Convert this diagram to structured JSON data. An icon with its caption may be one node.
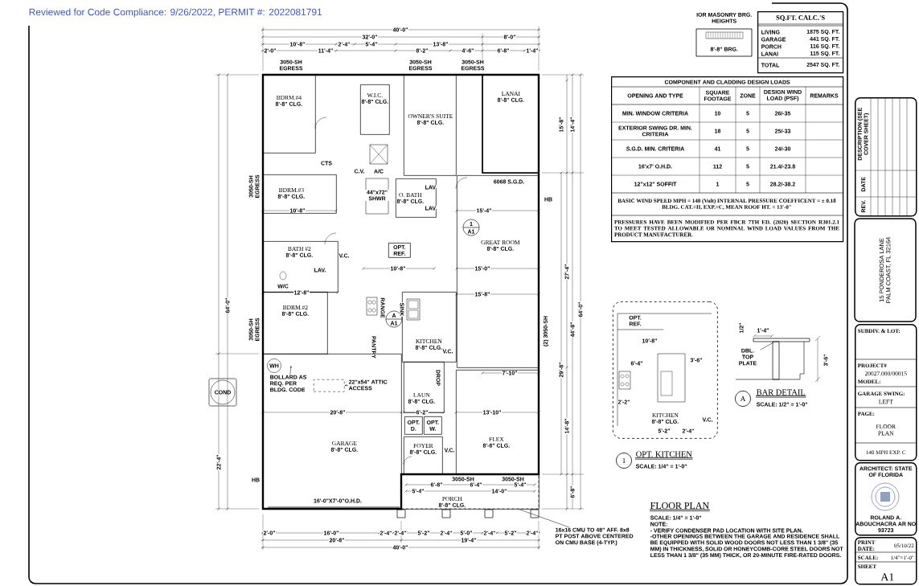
{
  "diagram": {
    "nodes": [
      {
        "text": [
          "BDRM.#4",
          "8'-8\" CLG."
        ]
      },
      {
        "text": [
          "W.I.C.",
          "8'-8\" CLG."
        ]
      },
      {
        "text": [
          "OWNER'S SUITE",
          "8'-8\" CLG."
        ]
      },
      {
        "text": [
          "LANAI",
          "8'-8\" CLG."
        ]
      },
      {
        "text": [
          "BDRM.#3",
          "8'-8\" CLG."
        ]
      },
      {
        "text": [
          "O. BATH",
          "8'-8\" CLG."
        ]
      },
      {
        "text": [
          "GREAT ROOM",
          "8'-8\" CLG."
        ]
      },
      {
        "text": [
          "BATH #2",
          "8'-8\" CLG."
        ]
      },
      {
        "text": [
          "BDRM.#2",
          "8'-8\" CLG."
        ]
      },
      {
        "text": [
          "KITCHEN",
          "8'-8\" CLG."
        ]
      },
      {
        "text": [
          "LAUN",
          "8'-8\" CLG."
        ]
      },
      {
        "text": [
          "GARAGE",
          "8'-8\" CLG."
        ]
      },
      {
        "text": [
          "FOYER",
          "8'-8\" CLG."
        ]
      },
      {
        "text": [
          "FLEX",
          "8'-8\" CLG."
        ]
      },
      {
        "text": [
          "PORCH",
          "8'-8\" CLG."
        ]
      },
      {
        "text": [
          "WH"
        ],
        "in": 11
      },
      {
        "text": [
          "COND"
        ]
      },
      {
        "text": [
          "BOLLARD AS REQ. PER BLDG. CODE"
        ],
        "in": 11
      },
      {
        "text": [],
        "shape": "box",
        "in": 11
      },
      {
        "text": [
          "22\"x54\" ATTIC ACCESS"
        ],
        "in": 11
      },
      {
        "text": [
          "16x16 CMU TO 48\" AFF. 8x8 PT POST ABOVE CENTERED ON CMU BASE (4-TYP.)"
        ]
      },
      {
        "text": [
          "KITCHEN",
          "8'-8\" CLG."
        ]
      },
      {
        "text": [
          "DBL. TOP PLATE"
        ]
      },
      {
        "text": [
          "IOR MASONRY BRG. HEIGHTS",
          "8'-8\" BRG."
        ]
      },
      {
        "text": [
          "SQ.FT. CALC.'S"
        ]
      },
      {
        "text": [
          "COMPONENT AND CLADDING DESIGN LOADS"
        ]
      },
      {
        "text": [
          "15 PONDEROSA LANE PALM COAST, FL 32164"
        ]
      },
      {
        "text": [
          "SUBDIV. & LOT:",
          "PROJECT#",
          "20027.000/00015",
          "MODEL:",
          "GARAGE SWING:",
          "LEFT",
          "PAGE:",
          "FLOOR PLAN",
          "140 MPH EXP. C"
        ]
      },
      {
        "text": [
          "ARCHITECT: STATE OF FLORIDA",
          "ROLAND A. ABOUCHACRA AR NO 93723"
        ]
      },
      {
        "text": [
          "PRINT DATE:",
          "05/10/22",
          "SCALE:",
          "1/4\"=1'-0\"",
          "SHEET",
          "A1"
        ]
      },
      {
        "text": [
          "OPT. REF."
        ]
      },
      {
        "text": [
          "OPT. D."
        ]
      },
      {
        "text": [
          "OPT. W."
        ]
      },
      {
        "text": [
          "DESCRIPTION (SEE COVER SHEET)",
          "DATE",
          "REV."
        ]
      }
    ],
    "edges": [
      {
        "from": 17,
        "to": null,
        "arrow": "to"
      },
      {
        "from": 19,
        "to": 18,
        "arrow": "to"
      },
      {
        "from": 20,
        "to": 14,
        "arrow": "none"
      },
      {
        "from": 22,
        "to": null,
        "arrow": "none"
      }
    ],
    "labels": [
      "Reviewed for Code Compliance: 9/26/2022,  PERMIT #: 2022081791",
      "40'-0\"",
      "32'-0\"",
      "8'-0\"",
      "10'-8\"",
      "2'-4\"",
      "5'-4\"",
      "13'-8\"",
      "2'-0\"",
      "11'-4\"",
      "8'-2\"",
      "4'-6\"",
      "6'-8\"",
      "1'-4\"",
      "3050-SH EGRESS",
      "3050-SH EGRESS",
      "3050-SH EGRESS",
      "6068 S.G.D.",
      "3050-SH",
      "3050-SH",
      "(2) 3050-SH",
      "3050-SH EGRESS",
      "3050-SH EGRESS",
      "C.V.",
      "A/C",
      "44\"x72\" SHWR",
      "LAV.",
      "LAV.",
      "W/C",
      "LAV.",
      "V.C.",
      "RANGE",
      "SINK",
      "PANTRY",
      "V.C.",
      "DROP",
      "V.C.",
      "HB",
      "HB",
      "CTS",
      "16'-0\"X7'-0\"O.H.D.",
      "10'-8\"",
      "15'-4\"",
      "10'-8\"",
      "15'-0\"",
      "12'-8\"",
      "15'-8\"",
      "20'-8\"",
      "13'-10\"",
      "7'-10\"",
      "6'-2\"",
      "2'-0\"",
      "16'-0\"",
      "2'-4\"",
      "2'-4\"",
      "5'-2\"",
      "2'-4\"",
      "5'-0\"",
      "2'-4\"",
      "5'-2\"",
      "2'-4\"",
      "20'-8\"",
      "19'-4\"",
      "40'-0\"",
      "6'-8\"",
      "6'-4\"",
      "5'-4\"",
      "5'-4\"",
      "14'-0\"",
      "15'-8\"",
      "14'-4\"",
      "64'-0\"",
      "44'-8\"",
      "29'-8\"",
      "14'-8\"",
      "6'-8\"",
      "64'-0\"",
      "22'-4\"",
      "27'-4\"",
      "1",
      "A1",
      "A",
      "A1",
      "FLOOR PLAN",
      "SCALE: 1/4\" = 1'-0\"",
      "NOTE:",
      "- VERIFY CONDENSER PAD LOCATION WITH SITE PLAN.",
      "-OTHER OPENINGS BETWEEN THE GARAGE AND RESIDENCE SHALL BE EQUIPPED WITH SOLID WOOD DOORS NOT LESS THAN 1 3/8\" (35 MM) IN THICKNESS, SOLID OR HONEYCOMB-CORE STEEL DOORS NOT LESS THAN 1 3/8\" (35 MM) THICK, OR 20-MINUTE FIRE-RATED DOORS.",
      "1",
      "OPT. KITCHEN",
      "SCALE: 1/4\" = 1'-0\"",
      "A",
      "BAR DETAIL",
      "SCALE: 1/2\" = 1'-0\"",
      "1'-4\"",
      "3'-6\"",
      "1/2\"",
      "OPT. REF.",
      "10'-8\"",
      "6'-4\"",
      "3'-6\"",
      "2'-2\"",
      "5'-2\"",
      "2'-4\"",
      "V.C.",
      "LIVING",
      "1875 SQ. FT.",
      "GARAGE",
      "441 SQ. FT.",
      "PORCH",
      "116 SQ. FT.",
      "LANAI",
      "115 SQ. FT.",
      "TOTAL",
      "2547 SQ. FT.",
      "OPENING AND TYPE",
      "SQUARE FOOTAGE",
      "ZONE",
      "DESIGN WIND LOAD (PSF)",
      "REMARKS",
      "MIN. WINDOW CRITERIA",
      "10",
      "5",
      "26/-35",
      "EXTERIOR SWING DR. MIN. CRITERIA",
      "18",
      "5",
      "25/-33",
      "S.G.D. MIN. CRITERIA",
      "41",
      "5",
      "24/-30",
      "16'x7' O.H.D.",
      "112",
      "5",
      "21.4/-23.8",
      "12\"x12\" SOFFIT",
      "1",
      "5",
      "28.2/-38.2",
      "BASIC WIND SPEED MPH = 140 (Vult) INTERNAL PRESSURE COEFFICENT = ± 0.18 BLDG. CAT.=II, EXP.=C, MEAN ROOF HT. = 13'-0\"",
      "PRESSURES HAVE BEEN MODIFIED PER FBCR 7TH ED. (2020) SECTION R301.2.1 TO MEET TESTED ALLOWABLE OR NOMINAL WIND LOAD VALUES FROM THE PRODUCT MANUFACTURER."
    ]
  }
}
